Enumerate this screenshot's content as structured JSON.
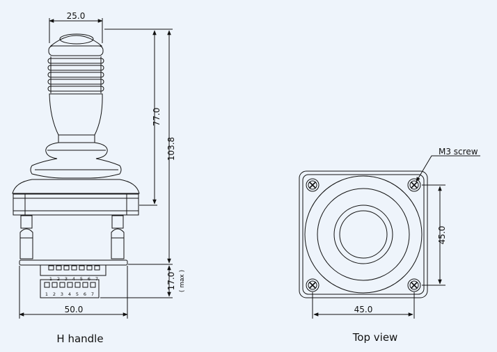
{
  "left_view": {
    "caption": "H handle",
    "dim_top_width": "25.0",
    "dim_handle_height": "77.0",
    "dim_total_height": "103.8",
    "dim_pin_height": "17.0",
    "dim_pin_note": "( max )",
    "dim_base_width": "50.0",
    "pin_numbers_upper": [
      "1",
      "2",
      "3",
      "4",
      "5",
      "6",
      "7"
    ],
    "pin_numbers_lower": [
      "1",
      "2",
      "3",
      "4",
      "5",
      "6",
      "7"
    ]
  },
  "right_view": {
    "caption": "Top view",
    "screw_label": "M3 screw",
    "dim_height": "45.0",
    "dim_width": "45.0"
  },
  "colors": {
    "background": "#eef4fb",
    "line": "#111111"
  }
}
